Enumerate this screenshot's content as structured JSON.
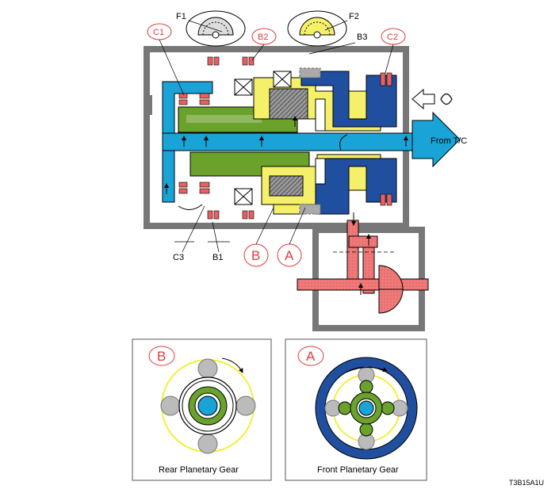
{
  "labels": {
    "f1": "F1",
    "f2": "F2",
    "b3": "B3",
    "b2": "B2",
    "c1": "C1",
    "c2": "C2",
    "c3": "C3",
    "b1": "B1",
    "a": "A",
    "b": "B",
    "from_tc": "From T/C"
  },
  "panels": {
    "rear": {
      "badge": "B",
      "caption": "Rear Planetary Gear"
    },
    "front": {
      "badge": "A",
      "caption": "Front Planetary Gear"
    }
  },
  "figure_code": "T3B15A1U",
  "colors": {
    "shaft": "#1aa3d6",
    "gear_green": "#6aa22c",
    "gear_yellow": "#f5f06a",
    "ring_blue": "#1f4f9e",
    "clutch_red": "#e23b3b",
    "diff_pink": "#f07a7a",
    "case_gray": "#777777"
  }
}
